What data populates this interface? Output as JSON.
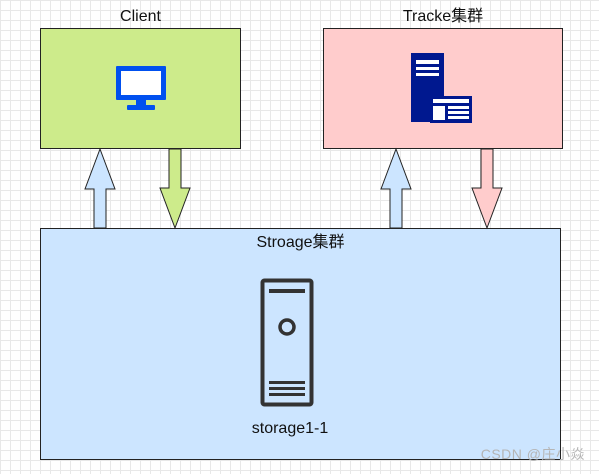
{
  "colors": {
    "client_fill": "#cdeb8b",
    "tracker_fill": "#ffcccc",
    "storage_fill": "#cce5ff",
    "arrow_up_fill": "#cce5ff",
    "arrow_down_client_fill": "#cdeb8b",
    "arrow_down_tracker_fill": "#ffcccc",
    "monitor_icon": "#0050ef",
    "server_icon": "#00188f",
    "tower_icon": "#333333"
  },
  "client": {
    "title": "Client",
    "icon": "monitor-icon"
  },
  "tracker": {
    "title": "Tracke集群",
    "icon": "server-cluster-icon"
  },
  "storage": {
    "title": "Stroage集群",
    "node": {
      "label": "storage1-1",
      "icon": "server-tower-icon"
    }
  },
  "watermark": "CSDN @庄小焱"
}
